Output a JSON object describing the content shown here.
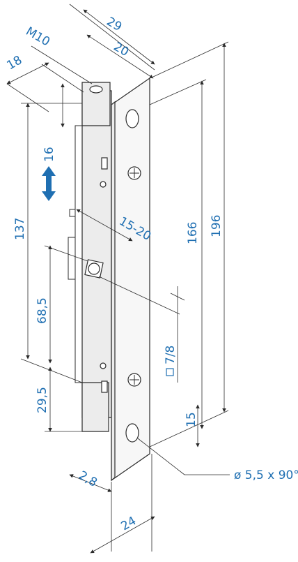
{
  "diagram": {
    "dimensions": {
      "m10": "M10",
      "d29": "29",
      "d20": "20",
      "d18": "18",
      "d16": "16",
      "d137": "137",
      "d15_20": "15-20",
      "d166": "166",
      "d196": "196",
      "d68_5": "68,5",
      "d7_8": "7/8",
      "d29_5": "29,5",
      "d15": "15",
      "hole": "ø 5,5 x 90°",
      "d2_8": "2,8",
      "d24": "24"
    },
    "colors": {
      "label": "#1f6fb2",
      "arrow": "#1f6fb2",
      "line": "#2b2b2b"
    },
    "icons": [
      "double-arrow-icon",
      "screw-icon",
      "square-hole-icon"
    ]
  }
}
